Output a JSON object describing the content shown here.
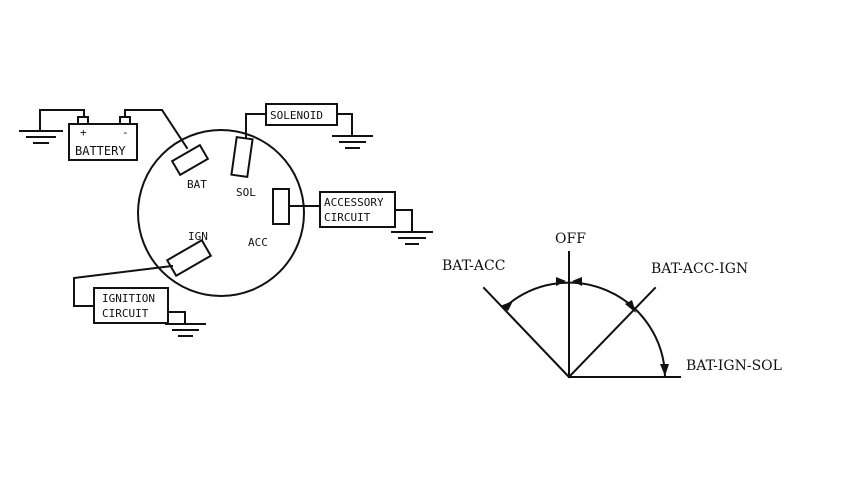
{
  "wiring": {
    "battery_label": "BATTERY",
    "battery_plus": "+",
    "battery_minus": "-",
    "solenoid_label": "SOLENOID",
    "accessory_label_line1": "ACCESSORY",
    "accessory_label_line2": "CIRCUIT",
    "ignition_label_line1": "IGNITION",
    "ignition_label_line2": "CIRCUIT",
    "terminals": {
      "bat": "BAT",
      "sol": "SOL",
      "acc": "ACC",
      "ign": "IGN"
    }
  },
  "positions": {
    "off": "OFF",
    "bat_acc": "BAT-ACC",
    "bat_acc_ign": "BAT-ACC-IGN",
    "bat_ign_sol": "BAT-IGN-SOL"
  }
}
